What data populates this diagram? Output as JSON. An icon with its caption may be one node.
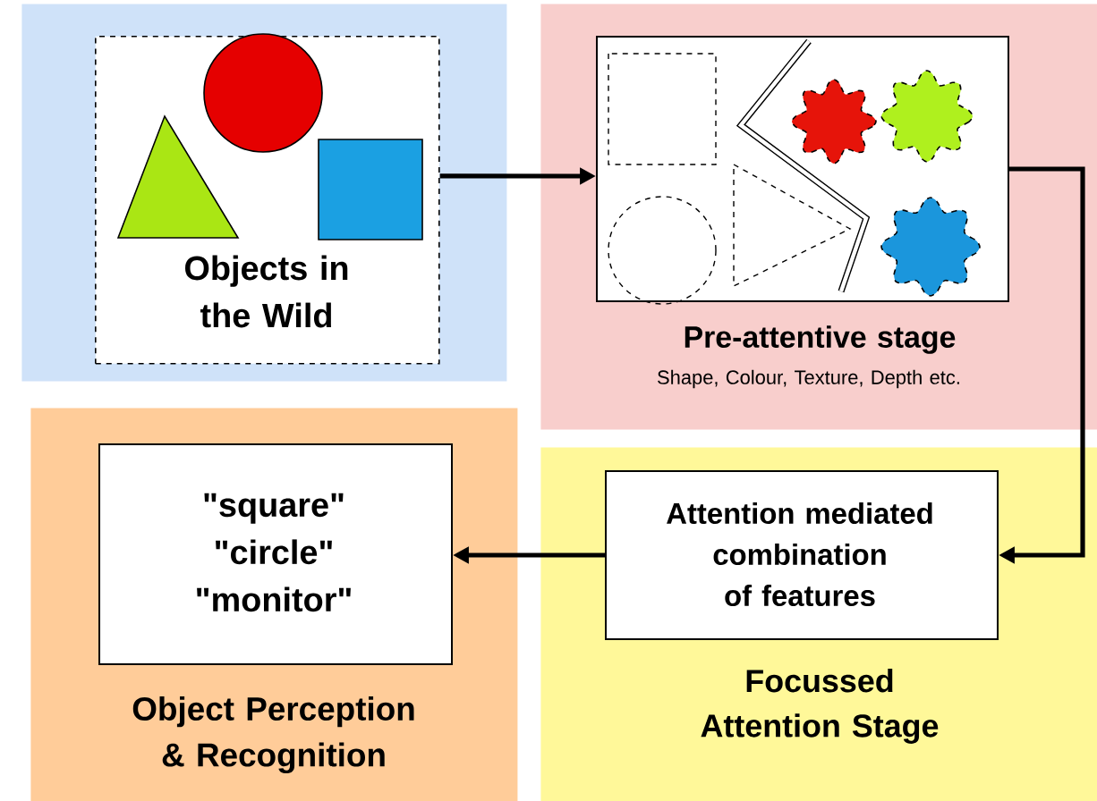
{
  "diagram": {
    "nodes": [
      {
        "text": [],
        "shape": "box"
      },
      {
        "text": [
          "Objects in the Wild"
        ],
        "in": 0
      },
      {
        "text": [
          "Pre-attentive stage",
          "Shape, Colour, Texture, Depth etc."
        ]
      },
      {
        "text": [],
        "shape": "picture",
        "in": 2
      },
      {
        "text": [
          "Focussed Attention Stage"
        ]
      },
      {
        "text": [
          "Attention mediated combination of features"
        ],
        "in": 4
      },
      {
        "text": [
          "Object Perception & Recognition"
        ]
      },
      {
        "text": [
          "\"square\" \"circle\" \"monitor\""
        ],
        "in": 6
      }
    ],
    "edges": [
      {
        "from": 1,
        "to": 3,
        "arrow": "to"
      },
      {
        "from": 3,
        "to": 5,
        "arrow": "to"
      },
      {
        "from": 5,
        "to": 7,
        "arrow": "to"
      }
    ]
  }
}
